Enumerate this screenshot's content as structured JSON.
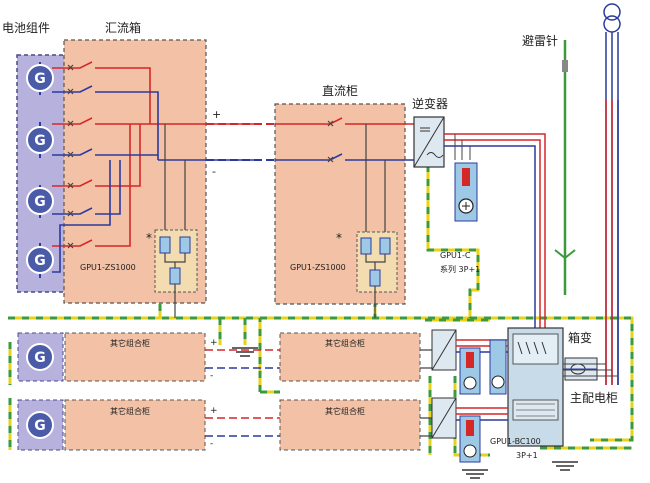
{
  "labels": {
    "battery_module": "电池组件",
    "combiner_box": "汇流箱",
    "dc_cabinet": "直流柜",
    "inverter": "逆变器",
    "lightning_rod": "避雷针",
    "box_transformer": "箱变",
    "main_distribution": "主配电柜",
    "other_cabinet": "其它组合柜",
    "combiner_model": "GPU1-ZS1000",
    "dc_model": "GPU1-ZS1000",
    "spd_c_model": "GPU1-C",
    "spd_c_series": "系列 3P+1",
    "spd_bc_model": "GPU1-BC100",
    "spd_bc_poles": "3P+1",
    "generator_symbol": "G",
    "plus": "+",
    "minus": "-",
    "asterisk": "*"
  },
  "colors": {
    "positive_line": "#d62728",
    "negative_line": "#2b3a9e",
    "ground_yellow": "#e8d21a",
    "ground_green": "#3c9a3c",
    "cabinet_fill": "#f2c1a6",
    "panel_fill": "#b7b2dd",
    "spd_fill": "#9ec9e6"
  }
}
